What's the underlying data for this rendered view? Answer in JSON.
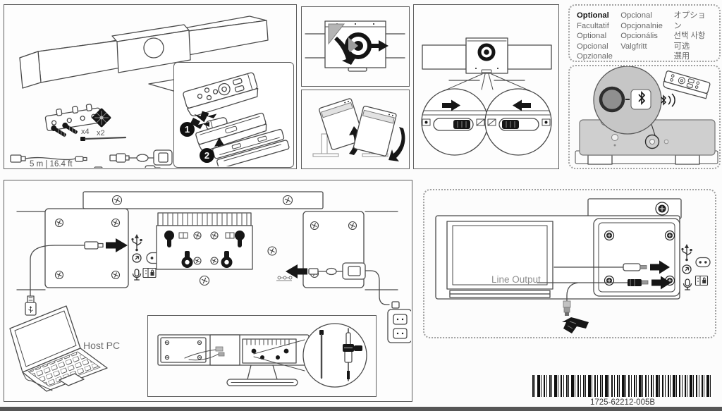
{
  "contents_panel": {
    "screws_qty": "x4",
    "pads_qty": "x2",
    "usb_cable_length": "5 m | 16.4 ft"
  },
  "remote_panel": {
    "steps": [
      "1",
      "2"
    ]
  },
  "optional_label_block": {
    "col1": [
      "Optional",
      "Facultatif",
      "Optional",
      "Opcional",
      "Opzionale"
    ],
    "col2": [
      "Opcional",
      "Opcjonalnie",
      "Opcionális",
      "Valgfritt"
    ],
    "col3": [
      "オプション",
      "선택 사항",
      "可选",
      "選用"
    ]
  },
  "setup_panel": {
    "host_pc_label": "Host PC"
  },
  "line_output_panel": {
    "monitor_label": "Line Output"
  },
  "footer": {
    "part_number": "1725-62212-005B"
  },
  "icons": {
    "usb": "usb-trident",
    "microphone": "mic-glyph",
    "line_out": "circle-arrow",
    "bluetooth": "bluetooth-rune",
    "power_outlet": "dual-socket",
    "security_lock": "kensington-lock",
    "arrows": "solid-black-direction-arrows"
  },
  "colors": {
    "line_art": "#4a4a4a",
    "solid_black": "#161616",
    "gray_device_fill": "#cfcfcf",
    "panel_border": "#5e5e5e",
    "dotted_border": "#a0a0a0"
  }
}
